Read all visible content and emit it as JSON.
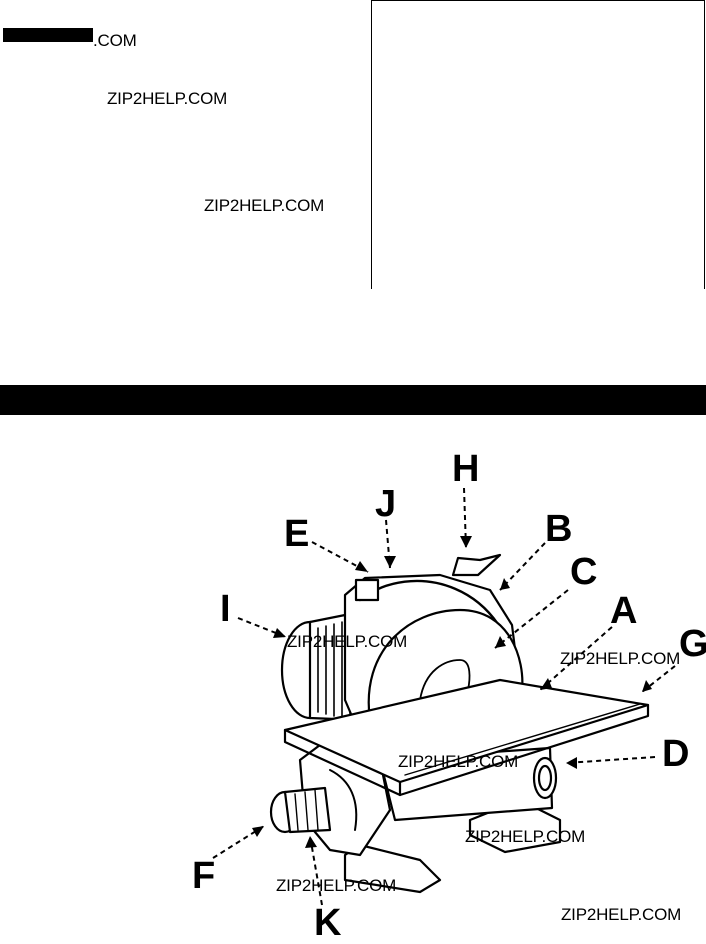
{
  "watermarks": [
    {
      "text": ".COM"
    },
    {
      "text": "ZIP2HELP.COM"
    },
    {
      "text": "ZIP2HELP.COM"
    },
    {
      "text": "ZIP2HELP.COM"
    },
    {
      "text": "ZIP2HELP.COM"
    },
    {
      "text": "ZIP2HELP.COM"
    },
    {
      "text": "ZIP2HELP.COM"
    },
    {
      "text": "ZIP2HELP.COM"
    },
    {
      "text": "ZIP2HELP.COM"
    }
  ],
  "callouts": [
    "A",
    "B",
    "C",
    "D",
    "E",
    "F",
    "G",
    "H",
    "I",
    "J",
    "K"
  ]
}
